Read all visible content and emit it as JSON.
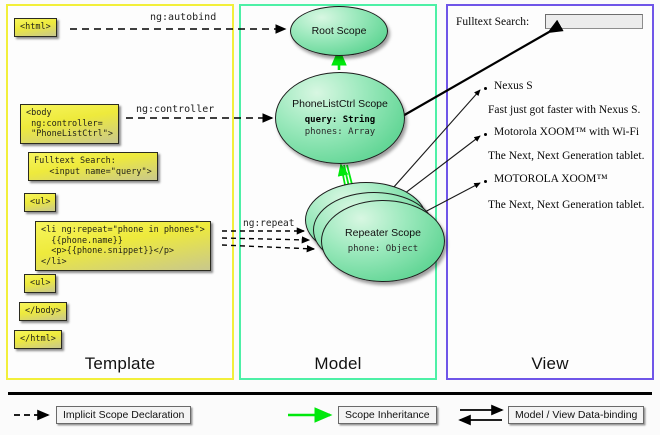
{
  "panels": [
    {
      "id": "template",
      "label": "Template",
      "border_color": "#f2ef3a"
    },
    {
      "id": "model",
      "label": "Model",
      "border_color": "#4df0a6"
    },
    {
      "id": "view",
      "label": "View",
      "border_color": "#6f55e8"
    }
  ],
  "template": {
    "code_boxes": [
      {
        "name": "html-open-box",
        "text": "<html>"
      },
      {
        "name": "body-controller-box",
        "text": "<body\n ng:controller=\n \"PhoneListCtrl\">"
      },
      {
        "name": "fulltext-search-box",
        "text": "Fulltext Search:\n   <input name=\"query\">"
      },
      {
        "name": "ul-open-box",
        "text": "<ul>"
      },
      {
        "name": "li-ngrepeat-box",
        "text": "<li ng:repeat=\"phone in phones\">\n  {{phone.name}}\n  <p>{{phone.snippet}}</p>\n</li>"
      },
      {
        "name": "ul-close-box",
        "text": "<ul>"
      },
      {
        "name": "body-close-box",
        "text": "</body>"
      },
      {
        "name": "html-close-box",
        "text": "</html>"
      }
    ]
  },
  "model": {
    "scopes": [
      {
        "name": "root-scope",
        "title": "Root\nScope",
        "props": []
      },
      {
        "name": "phonelistctrl-scope",
        "title": "PhoneListCtrl\nScope",
        "props": [
          {
            "key": "query:",
            "value": "String",
            "bold": true
          },
          {
            "key": "phones:",
            "value": "Array",
            "bold": false
          }
        ]
      },
      {
        "name": "repeater-scope",
        "title": "Repeater\nScope",
        "props": [
          {
            "key": "phone:",
            "value": "Object",
            "bold": false
          }
        ]
      }
    ]
  },
  "edges": {
    "autobind_label": "ng:autobind",
    "controller_label": "ng:controller",
    "repeat_label": "ng:repeat"
  },
  "view": {
    "search_label": "Fulltext Search:",
    "search_value": "",
    "items": [
      {
        "title": "Nexus S",
        "snippet": "Fast just got faster with Nexus S."
      },
      {
        "title": "Motorola XOOM™  with Wi-Fi",
        "snippet": "The Next, Next Generation tablet."
      },
      {
        "title": "MOTOROLA XOOM™",
        "snippet": "The Next, Next Generation tablet."
      }
    ]
  },
  "legend": [
    {
      "name": "legend-implicit-scope",
      "label": "Implicit Scope Declaration",
      "style": "dashed-black"
    },
    {
      "name": "legend-scope-inherit",
      "label": "Scope Inheritance",
      "style": "solid-green"
    },
    {
      "name": "legend-data-binding",
      "label": "Model / View Data-binding",
      "style": "double-black"
    }
  ],
  "colors": {
    "template_border": "#f2ef3a",
    "model_border": "#4df0a6",
    "view_border": "#6f55e8",
    "scope_green": "#63d696",
    "code_yellow": "#eeea3c",
    "inherit_arrow": "#00e80c"
  }
}
